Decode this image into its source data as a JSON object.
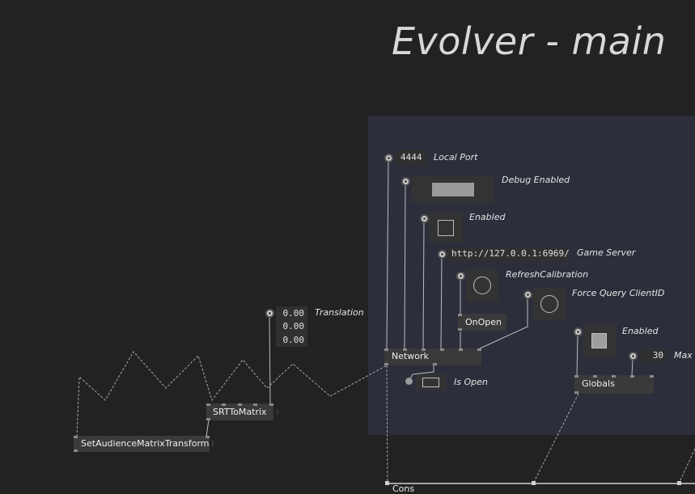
{
  "patch_title": "Evolver - main",
  "translation": {
    "label": "Translation",
    "values": [
      "0.00",
      "0.00",
      "0.00"
    ]
  },
  "network_group": {
    "local_port": {
      "value": "4444",
      "label": "Local Port"
    },
    "debug_enabled": {
      "label": "Debug Enabled"
    },
    "enabled_toggle": {
      "label": "Enabled"
    },
    "game_server": {
      "value": "http://127.0.0.1:6969/",
      "label": "Game Server"
    },
    "refresh_calibration": {
      "label": "RefreshCalibration"
    },
    "on_open_node": "OnOpen",
    "force_query": {
      "label": "Force Query ClientID"
    },
    "network_node": "Network",
    "is_open": {
      "label": "Is Open"
    },
    "globals_enabled": {
      "label": "Enabled"
    },
    "max_field": {
      "value": "30",
      "label": "Max I"
    },
    "globals_node": "Globals"
  },
  "nodes": {
    "srt_to_matrix": "SRTToMatrix",
    "set_audience": "SetAudienceMatrixTransform",
    "cons": "Cons"
  },
  "colors": {
    "background": "#222222",
    "group_background": "#2c2e3b",
    "node": "#3a3a3a"
  }
}
